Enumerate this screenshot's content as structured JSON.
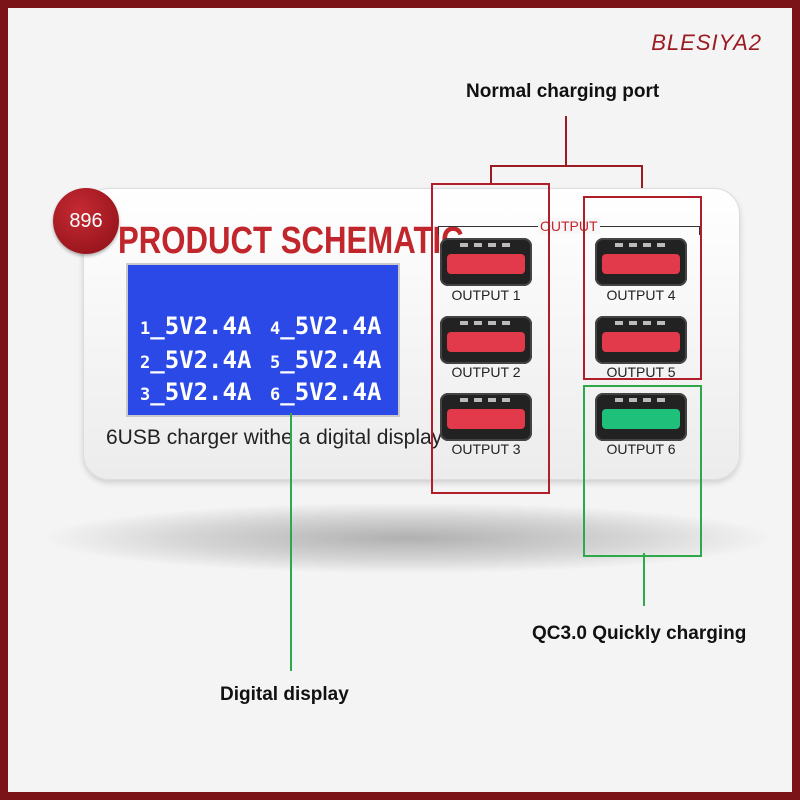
{
  "watermark": "BLESIYA2",
  "badge": "896",
  "title": "PRODUCT SCHEMATIC",
  "subtitle": "6USB charger withe a digital display",
  "output_header": "OUTPUT",
  "lcd_readings": [
    {
      "num": "1",
      "value": "5V2.4A"
    },
    {
      "num": "4",
      "value": "5V2.4A"
    },
    {
      "num": "2",
      "value": "5V2.4A"
    },
    {
      "num": "5",
      "value": "5V2.4A"
    },
    {
      "num": "3",
      "value": "5V2.4A"
    },
    {
      "num": "6",
      "value": "5V2.4A"
    }
  ],
  "ports": [
    {
      "label": "OUTPUT 1",
      "type": "normal"
    },
    {
      "label": "OUTPUT 2",
      "type": "normal"
    },
    {
      "label": "OUTPUT 3",
      "type": "normal"
    },
    {
      "label": "OUTPUT 4",
      "type": "normal"
    },
    {
      "label": "OUTPUT 5",
      "type": "normal"
    },
    {
      "label": "OUTPUT 6",
      "type": "quick"
    }
  ],
  "callouts": {
    "normal": "Normal charging port",
    "quick": "QC3.0 Quickly charging",
    "display": "Digital display"
  },
  "colors": {
    "frame": "#7a1418",
    "brand_red": "#c0262b",
    "lcd_blue": "#2a49e6",
    "normal_port": "#e23a4a",
    "quick_port": "#1fc07a",
    "normal_box": "#b01e2a",
    "quick_box": "#2ea84a"
  }
}
